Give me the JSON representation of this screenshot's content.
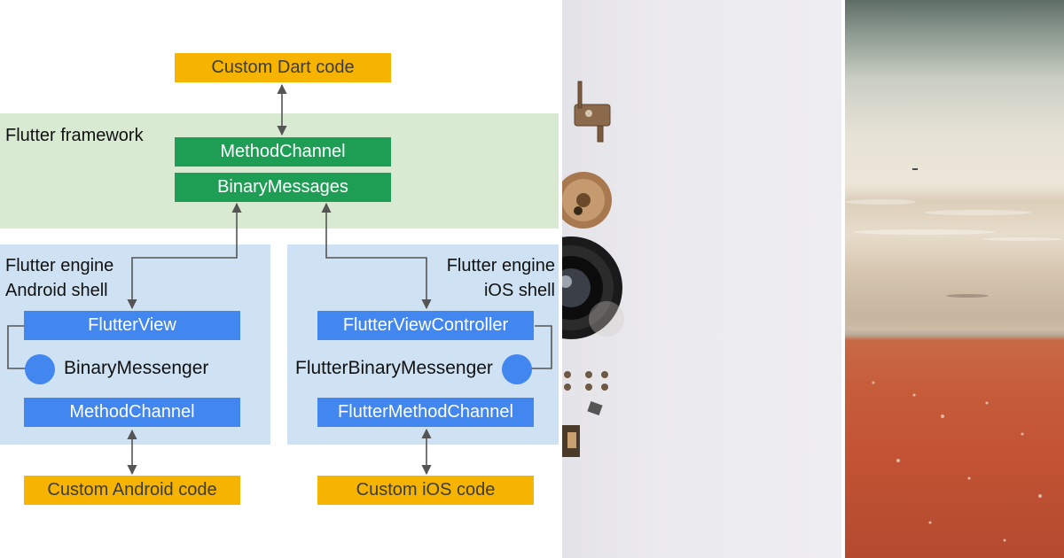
{
  "diagram": {
    "custom_dart": "Custom Dart code",
    "framework": {
      "label": "Flutter framework",
      "method_channel": "MethodChannel",
      "binary_messages": "BinaryMessages"
    },
    "android": {
      "label_line1": "Flutter engine",
      "label_line2": "Android shell",
      "view": "FlutterView",
      "messenger": "BinaryMessenger",
      "channel": "MethodChannel",
      "custom_code": "Custom Android code"
    },
    "ios": {
      "label_line1": "Flutter engine",
      "label_line2": "iOS shell",
      "view": "FlutterViewController",
      "messenger": "FlutterBinaryMessenger",
      "channel": "FlutterMethodChannel",
      "custom_code": "Custom iOS code"
    }
  },
  "colors": {
    "framework_bg": "#d9ead3",
    "shell_bg": "#cfe2f3",
    "yellow_box": "#f6b400",
    "green_box": "#1e9e55",
    "blue_box": "#4286f0"
  }
}
